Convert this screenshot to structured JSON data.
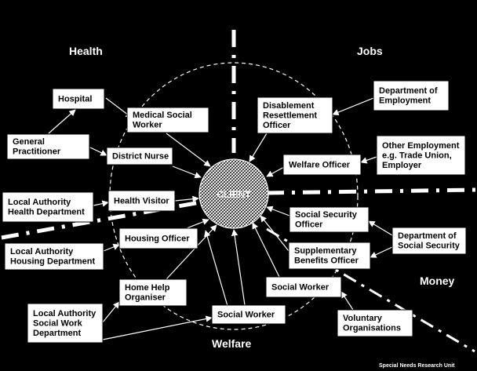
{
  "quadrants": {
    "health": "Health",
    "jobs": "Jobs",
    "money": "Money",
    "welfare": "Welfare"
  },
  "client": "CLIENT",
  "credit": "Special Needs Research Unit",
  "nodes": [
    {
      "id": "hospital",
      "lines": [
        "Hospital"
      ]
    },
    {
      "id": "medical-social-worker",
      "lines": [
        "Medical Social",
        "Worker"
      ]
    },
    {
      "id": "general-practitioner",
      "lines": [
        "General",
        "Practitioner"
      ]
    },
    {
      "id": "district-nurse",
      "lines": [
        "District Nurse"
      ]
    },
    {
      "id": "la-health-department",
      "lines": [
        "Local Authority",
        "Health Department"
      ]
    },
    {
      "id": "health-visitor",
      "lines": [
        "Health Visitor"
      ]
    },
    {
      "id": "la-housing-department",
      "lines": [
        "Local Authority",
        "Housing Department"
      ]
    },
    {
      "id": "housing-officer",
      "lines": [
        "Housing Officer"
      ]
    },
    {
      "id": "home-help-organiser",
      "lines": [
        "Home Help",
        "Organiser"
      ]
    },
    {
      "id": "la-social-work-department",
      "lines": [
        "Local Authority",
        "Social Work",
        "Department"
      ]
    },
    {
      "id": "social-worker-bottom",
      "lines": [
        "Social Worker"
      ]
    },
    {
      "id": "disablement-resettlement-officer",
      "lines": [
        "Disablement",
        "Resettlement",
        "Officer"
      ]
    },
    {
      "id": "department-of-employment",
      "lines": [
        "Department of",
        "Employment"
      ]
    },
    {
      "id": "other-employment",
      "lines": [
        "Other Employment",
        "e.g. Trade Union,",
        "Employer"
      ]
    },
    {
      "id": "welfare-officer",
      "lines": [
        "Welfare Officer"
      ]
    },
    {
      "id": "social-security-officer",
      "lines": [
        "Social Security",
        "Officer"
      ]
    },
    {
      "id": "department-of-social-security",
      "lines": [
        "Department of",
        "Social Security"
      ]
    },
    {
      "id": "supplementary-benefits-officer",
      "lines": [
        "Supplementary",
        "Benefits Officer"
      ]
    },
    {
      "id": "social-worker-right",
      "lines": [
        "Social Worker"
      ]
    },
    {
      "id": "voluntary-organisations",
      "lines": [
        "Voluntary",
        "Organisations"
      ]
    }
  ],
  "colors": {
    "background": "#000000",
    "foreground": "#ffffff",
    "box_fill": "#ffffff",
    "box_text": "#000000"
  }
}
